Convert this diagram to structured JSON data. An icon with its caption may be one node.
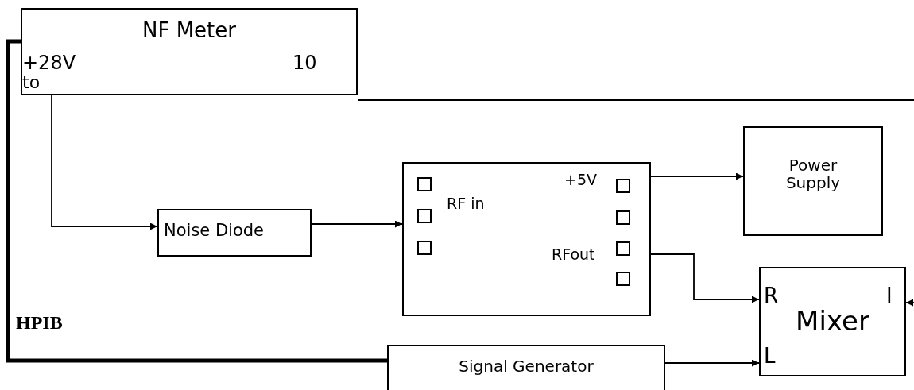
{
  "diagram": {
    "nodes": [
      {
        "text": [
          "NF Meter",
          "+28V",
          "10",
          "to"
        ]
      },
      {
        "text": [
          "Noise Diode"
        ]
      },
      {
        "text": [
          "RF in",
          "+5V",
          "RFout"
        ]
      },
      {
        "text": [
          "Power Supply"
        ]
      },
      {
        "text": [
          "R",
          "I",
          "Mixer",
          "L"
        ]
      },
      {
        "text": [
          "Signal Generator"
        ]
      }
    ],
    "edges": [
      {
        "from": 0,
        "to": 1,
        "arrow": "to"
      },
      {
        "from": 1,
        "to": 2,
        "arrow": "to"
      },
      {
        "from": 2,
        "to": 3,
        "arrow": "to"
      },
      {
        "from": 2,
        "to": 4,
        "arrow": "to"
      },
      {
        "from": 5,
        "to": 4,
        "arrow": "to"
      },
      {
        "from": 0,
        "to": null,
        "arrow": "none"
      },
      {
        "from": null,
        "to": 4,
        "arrow": "to"
      },
      {
        "from": 0,
        "to": 5,
        "arrow": "none",
        "label": "HPIB",
        "style": "thick"
      }
    ]
  }
}
